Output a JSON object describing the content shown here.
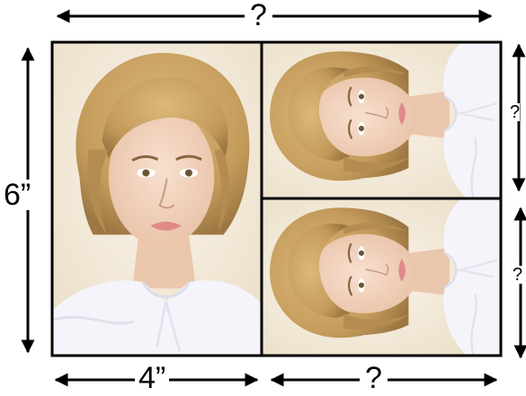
{
  "dimensions": {
    "top_width": "?",
    "left_height": "6”",
    "bottom_left_width": "4”",
    "bottom_right_width": "?",
    "right_top_height": "?",
    "right_bottom_height": "?"
  },
  "photos": [
    {
      "subject": "portrait-photo",
      "orientation": "upright",
      "size_label": "4” × 6”"
    },
    {
      "subject": "portrait-photo",
      "orientation": "rotated-90"
    },
    {
      "subject": "portrait-photo",
      "orientation": "rotated-90"
    }
  ],
  "colors": {
    "hair": "#c9a060",
    "skin": "#f2d6c2",
    "background": "#f3ebdc",
    "blouse": "#f4f4fa",
    "lips": "#e08a8a",
    "frame": "#000000"
  }
}
